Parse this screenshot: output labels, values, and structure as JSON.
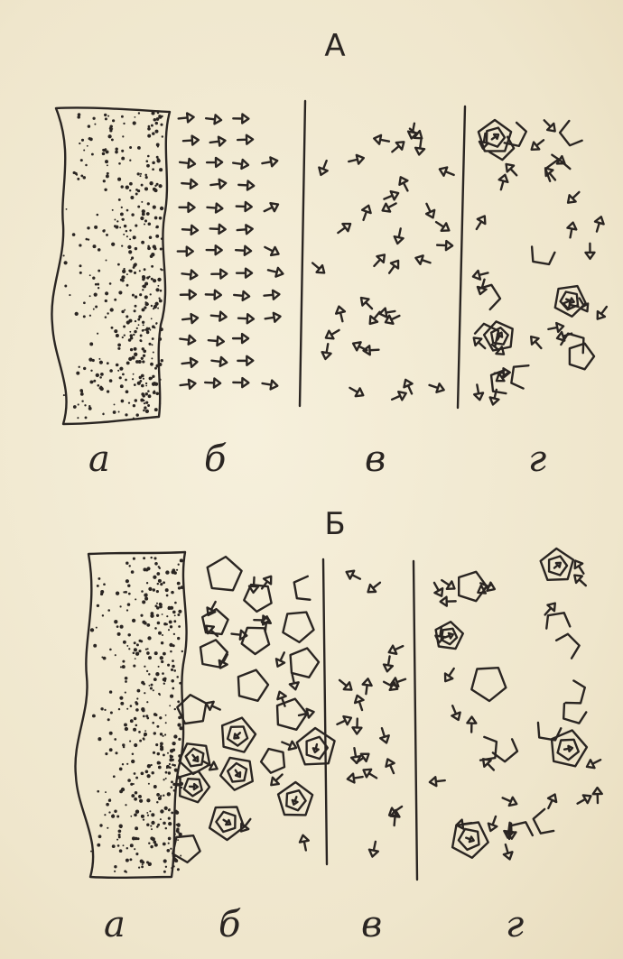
{
  "panel_top": {
    "title": "А",
    "labels": [
      "а",
      "б",
      "в",
      "г"
    ]
  },
  "panel_bottom": {
    "title": "Б",
    "labels": [
      "а",
      "б",
      "в",
      "г"
    ]
  },
  "colors": {
    "ink": "#2a2522",
    "paper": "#f3ecd6"
  }
}
